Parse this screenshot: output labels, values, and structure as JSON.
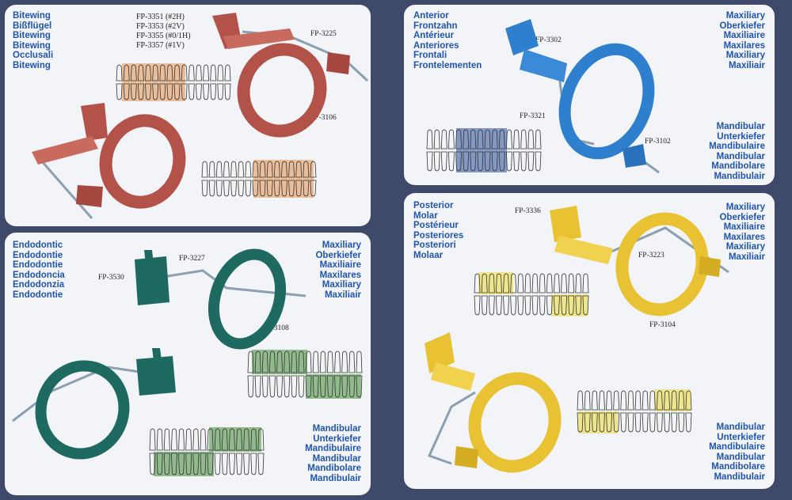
{
  "colors": {
    "heading_text": "#1f55b0",
    "panel_bg": "#f3f4f7",
    "page_bg": "#3f4a6a",
    "bitewing_holder": "#b25248",
    "endodontic_holder": "#1f6a60",
    "anterior_holder": "#2f7fcf",
    "posterior_holder": "#e8c233"
  },
  "bitewing": {
    "heading": [
      "Bitewing",
      "Bißflügel",
      "Bitewing",
      "Bitewing",
      "Occlusali",
      "Bitewing"
    ],
    "codes": [
      "FP-3351 (#2H)",
      "FP-3353 (#2V)",
      "FP-3355 (#0/1H)",
      "FP-3357 (#1V)"
    ],
    "label_top": "FP-3225",
    "label_ring": "FP-3106"
  },
  "endodontic": {
    "heading": [
      "Endodontic",
      "Endodontie",
      "Endodontie",
      "Endodoncia",
      "Endodonzia",
      "Endodontie"
    ],
    "maxiliary": [
      "Maxiliary",
      "Oberkiefer",
      "Maxiliaire",
      "Maxilares",
      "Maxiliary",
      "Maxiliair"
    ],
    "mandibular": [
      "Mandibular",
      "Unterkiefer",
      "Mandibulaire",
      "Mandibular",
      "Mandibolare",
      "Mandibulair"
    ],
    "label_clip": "FP-3530",
    "label_arm": "FP-3227",
    "label_ring": "FP-3108"
  },
  "anterior": {
    "heading": [
      "Anterior",
      "Frontzahn",
      "Antérieur",
      "Anteriores",
      "Frontali",
      "Frontelementen"
    ],
    "maxiliary": [
      "Maxiliary",
      "Oberkiefer",
      "Maxiliaire",
      "Maxilares",
      "Maxiliary",
      "Maxiliair"
    ],
    "mandibular": [
      "Mandibular",
      "Unterkiefer",
      "Mandibulaire",
      "Mandibular",
      "Mandibolare",
      "Mandibulair"
    ],
    "label_block": "FP-3302",
    "label_arm": "FP-3321",
    "label_ring": "FP-3102"
  },
  "posterior": {
    "heading": [
      "Posterior",
      "Molar",
      "Postérieur",
      "Posteriores",
      "Posteriori",
      "Molaar"
    ],
    "maxiliary": [
      "Maxiliary",
      "Oberkiefer",
      "Maxiliaire",
      "Maxilares",
      "Maxiliary",
      "Maxiliair"
    ],
    "mandibular": [
      "Mandibular",
      "Unterkiefer",
      "Mandibulaire",
      "Mandibular",
      "Mandibolare",
      "Mandibulair"
    ],
    "label_block": "FP-3336",
    "label_arm": "FP-3223",
    "label_ring": "FP-3104"
  }
}
